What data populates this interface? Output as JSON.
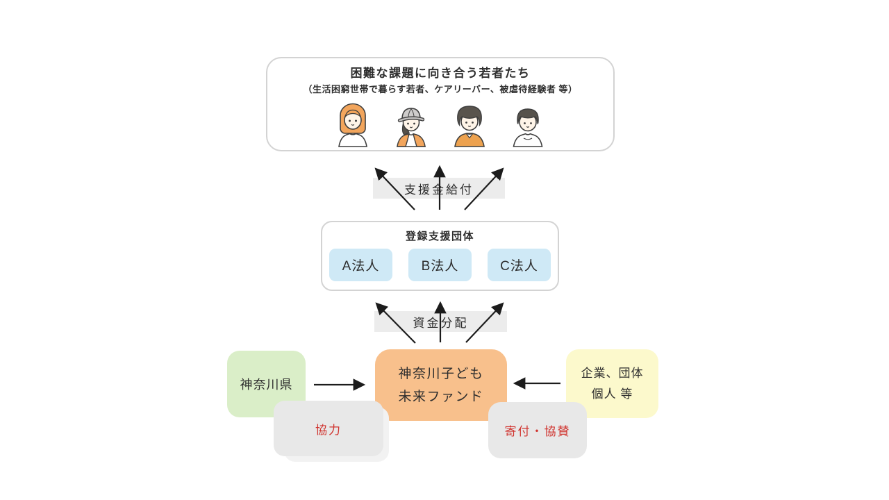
{
  "top_box": {
    "title": "困難な課題に向き合う若者たち",
    "subtitle": "（生活困窮世帯で暮らす若者、ケアリーバー、被虐待経験者 等）",
    "people": [
      {
        "icon": "young-woman-icon"
      },
      {
        "icon": "youth-with-cap-icon"
      },
      {
        "icon": "young-man-sweater-icon"
      },
      {
        "icon": "young-man-icon"
      }
    ]
  },
  "flow_labels": {
    "grant": "支援金給付",
    "distribution": "資金分配"
  },
  "orgs_box": {
    "title": "登録支援団体",
    "items": [
      {
        "label": "A法人"
      },
      {
        "label": "B法人"
      },
      {
        "label": "C法人"
      }
    ]
  },
  "bottom": {
    "prefecture": {
      "label": "神奈川県"
    },
    "fund": {
      "line1": "神奈川子ども",
      "line2": "未来ファンド"
    },
    "companies": {
      "line1": "企業、団体",
      "line2": "個人 等"
    },
    "cooperation": {
      "label": "協力"
    },
    "donation": {
      "label": "寄付・協賛"
    }
  },
  "colors": {
    "green_box": "#daeec8",
    "orange_box": "#f8c08c",
    "yellow_box": "#fcf9cc",
    "blue_chip": "#cfe9f6",
    "gray_label": "#ececec",
    "gray_box": "#e8e8e8",
    "red_text": "#d0342f",
    "box_border": "#d3d3d3",
    "arrow": "#1c1c1c",
    "illustration_orange": "#f2a55c"
  }
}
